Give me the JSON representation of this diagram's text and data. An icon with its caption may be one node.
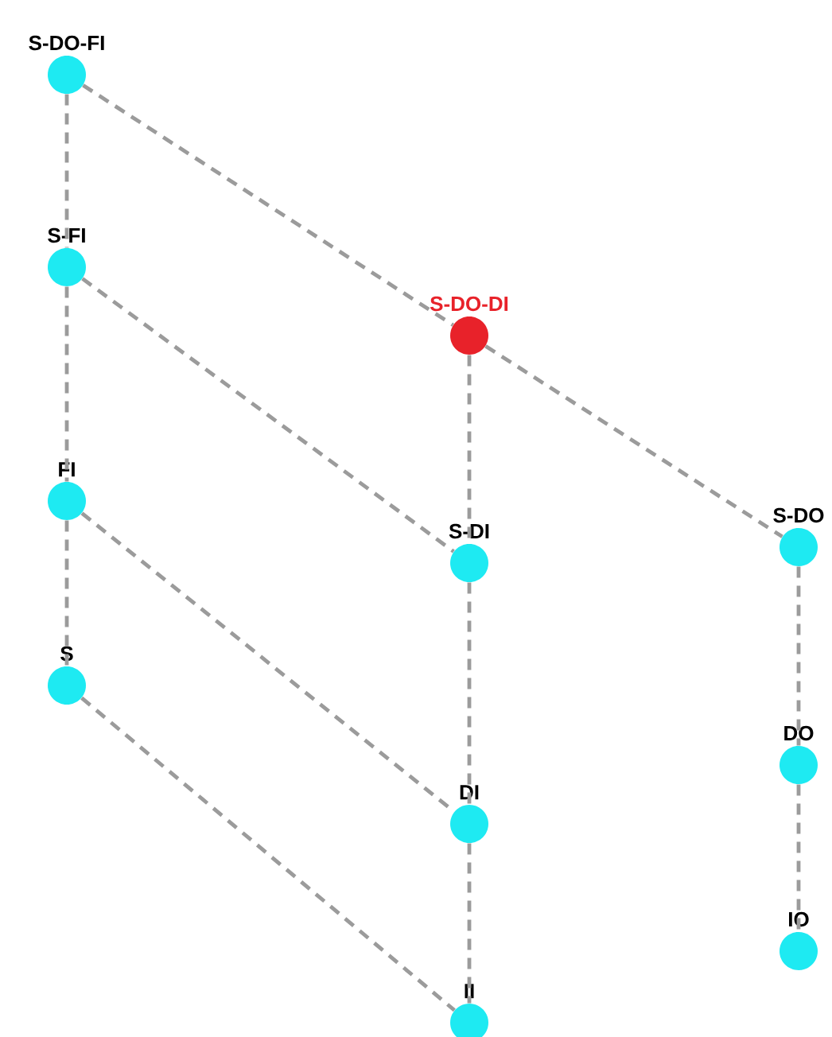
{
  "diagram": {
    "nodes": [
      {
        "text": [
          "S-DO-FI"
        ]
      },
      {
        "text": [
          "S-FI"
        ]
      },
      {
        "text": [
          "S-DO-DI"
        ]
      },
      {
        "text": [
          "FI"
        ]
      },
      {
        "text": [
          "S-DI"
        ]
      },
      {
        "text": [
          "S-DO"
        ]
      },
      {
        "text": [
          "S"
        ]
      },
      {
        "text": [
          "DI"
        ]
      },
      {
        "text": [
          "DO"
        ]
      },
      {
        "text": [
          "II"
        ]
      },
      {
        "text": [
          "IO"
        ]
      }
    ],
    "edges": [
      {
        "from": 0,
        "to": 1,
        "arrow": "none"
      },
      {
        "from": 0,
        "to": 2,
        "arrow": "none"
      },
      {
        "from": 1,
        "to": 3,
        "arrow": "none"
      },
      {
        "from": 1,
        "to": 4,
        "arrow": "none"
      },
      {
        "from": 2,
        "to": 4,
        "arrow": "none"
      },
      {
        "from": 2,
        "to": 5,
        "arrow": "none"
      },
      {
        "from": 3,
        "to": 6,
        "arrow": "none"
      },
      {
        "from": 3,
        "to": 7,
        "arrow": "none"
      },
      {
        "from": 4,
        "to": 7,
        "arrow": "none"
      },
      {
        "from": 5,
        "to": 8,
        "arrow": "none"
      },
      {
        "from": 6,
        "to": 9,
        "arrow": "none"
      },
      {
        "from": 7,
        "to": 9,
        "arrow": "none"
      },
      {
        "from": 8,
        "to": 10,
        "arrow": "none"
      }
    ]
  }
}
